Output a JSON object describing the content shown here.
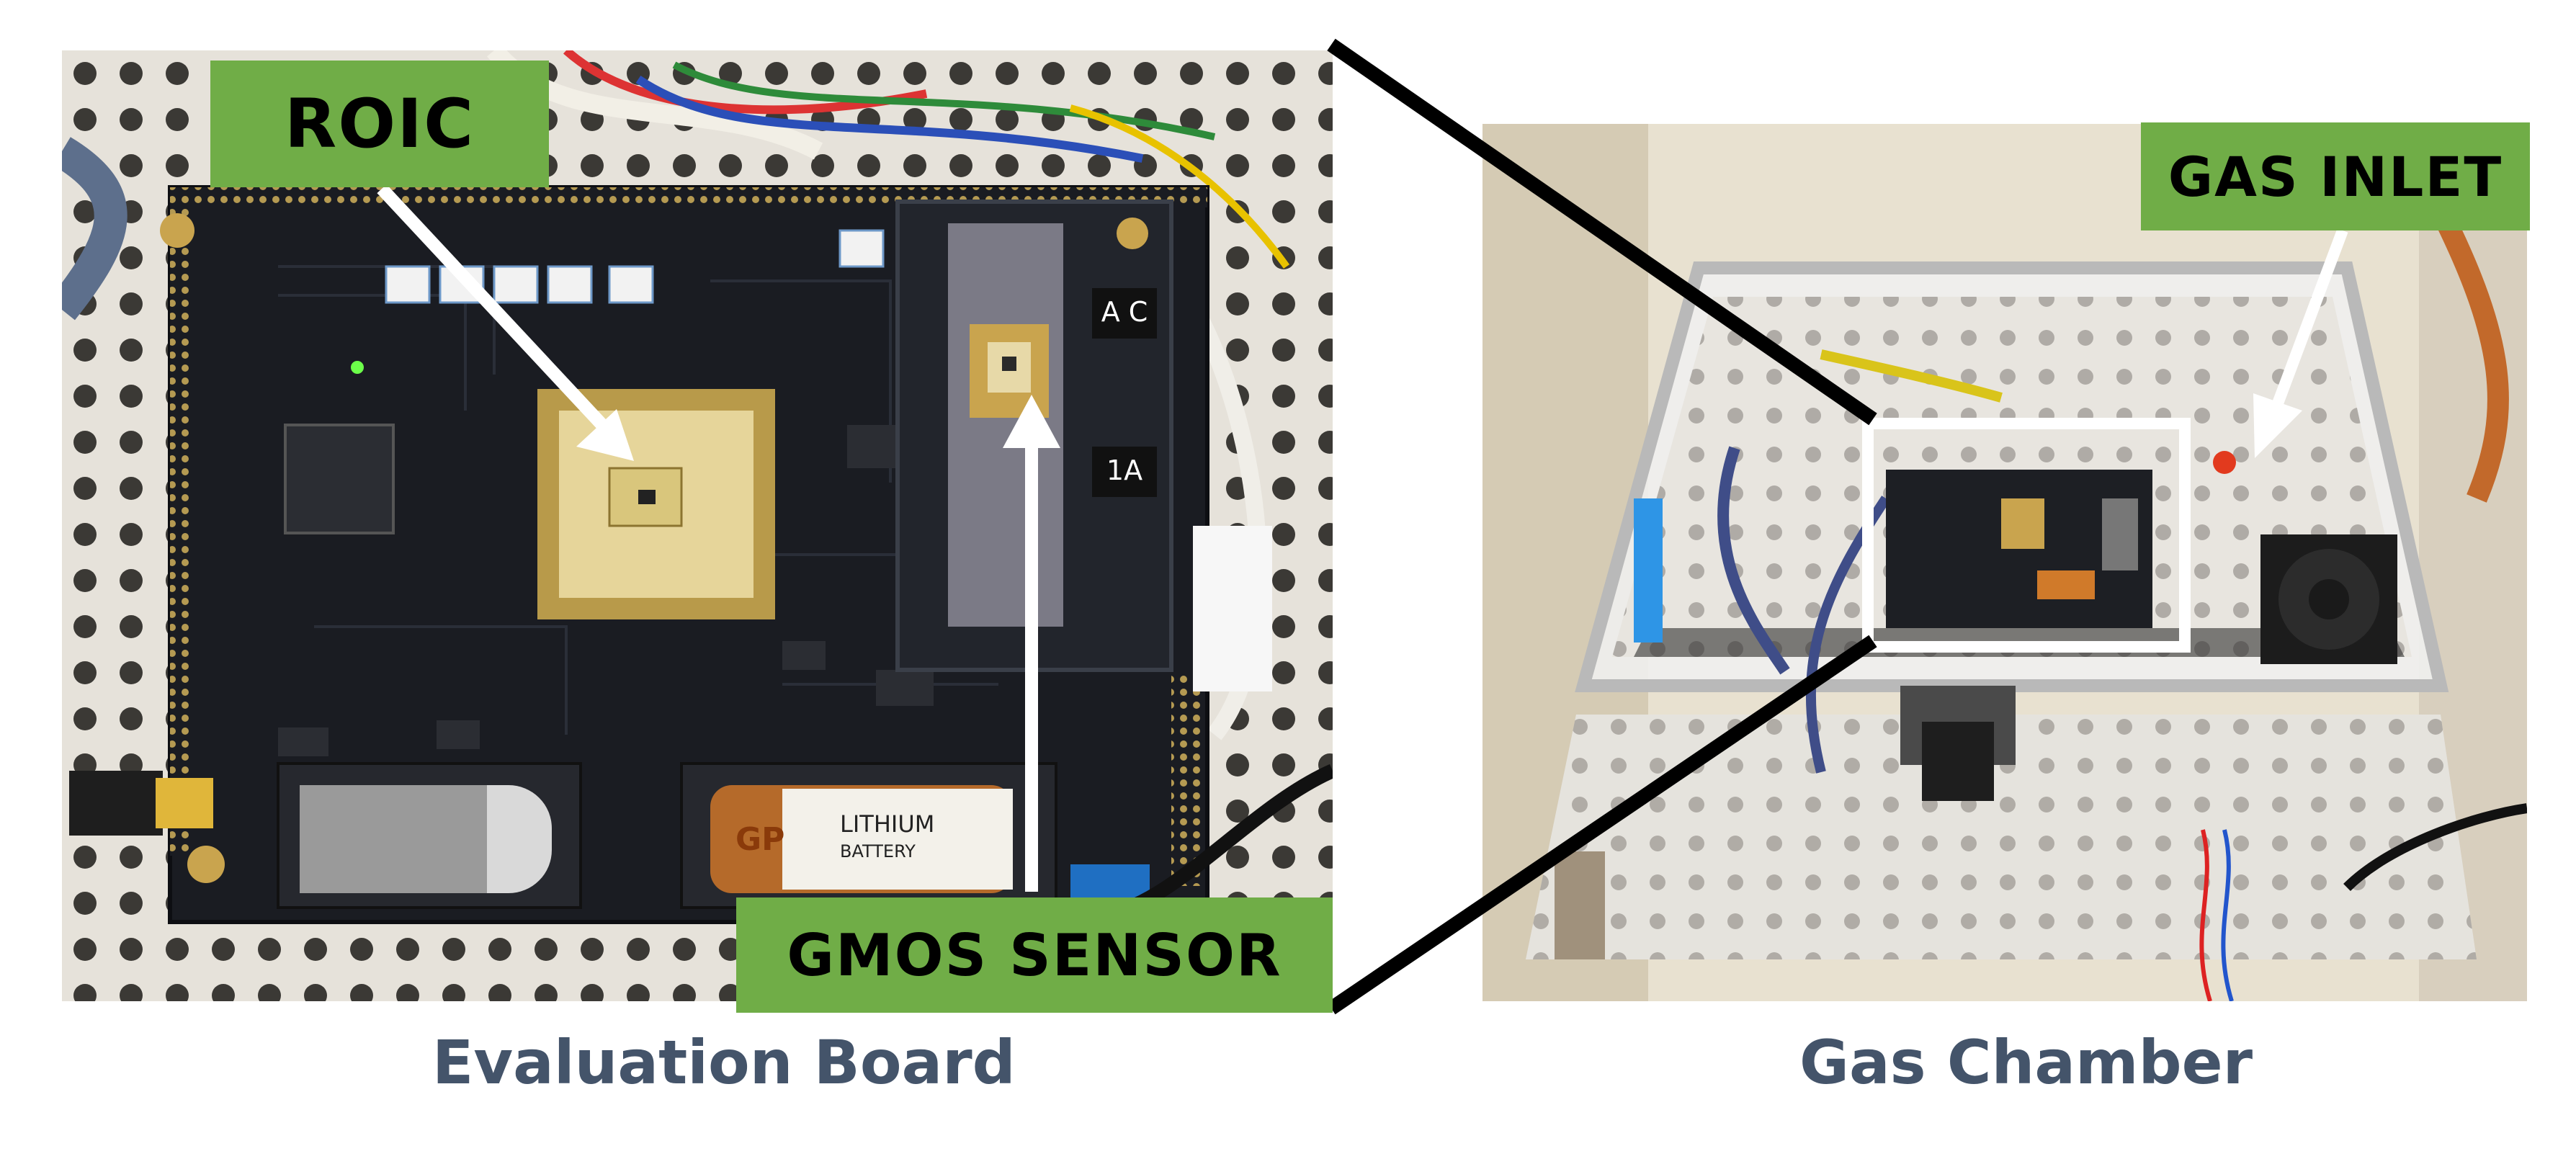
{
  "labels": {
    "roic": "ROIC",
    "gmos_sensor": "GMOS SENSOR",
    "gas_inlet": "GAS INLET"
  },
  "captions": {
    "left": "Evaluation Board",
    "right": "Gas Chamber"
  },
  "board_text": {
    "battery_brand": "GP",
    "battery_text": "LITHIUM",
    "battery_subtext": "BATTERY",
    "jumper_a": "A C",
    "jumper_b": "1A"
  },
  "colors": {
    "callout_bg": "#70ad47",
    "caption_text": "#44546a",
    "pcb": "#1a1c22",
    "chip_gold": "#c9a44e",
    "connector_lines": "#000000",
    "arrows": "#ffffff"
  }
}
